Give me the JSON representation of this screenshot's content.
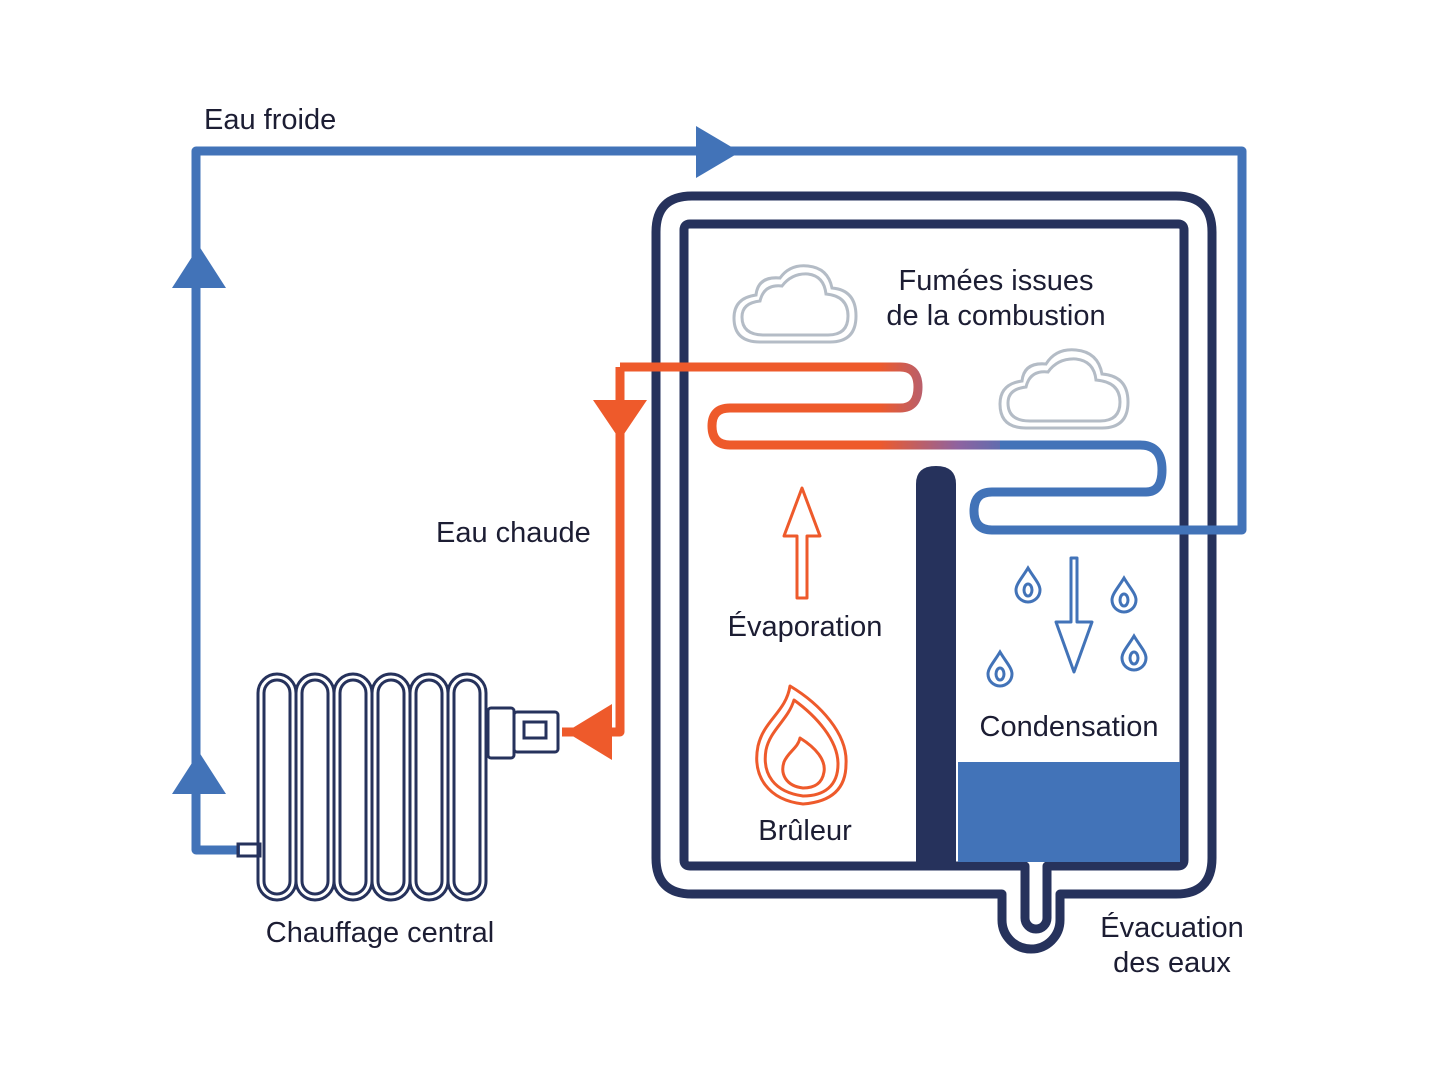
{
  "labels": {
    "cold_water": "Eau froide",
    "hot_water": "Eau chaude",
    "fumes_line1": "Fumées issues",
    "fumes_line2": "de la combustion",
    "evaporation": "Évaporation",
    "burner": "Brûleur",
    "condensation": "Condensation",
    "central_heating": "Chauffage central",
    "drain_line1": "Évacuation",
    "drain_line2": "des eaux"
  },
  "colors": {
    "cold": "#4273b8",
    "hot": "#ee5a2b",
    "boiler": "#26325c",
    "text": "#1c1d33",
    "cloud": "#b4bcc6",
    "water": "#4273b8"
  }
}
